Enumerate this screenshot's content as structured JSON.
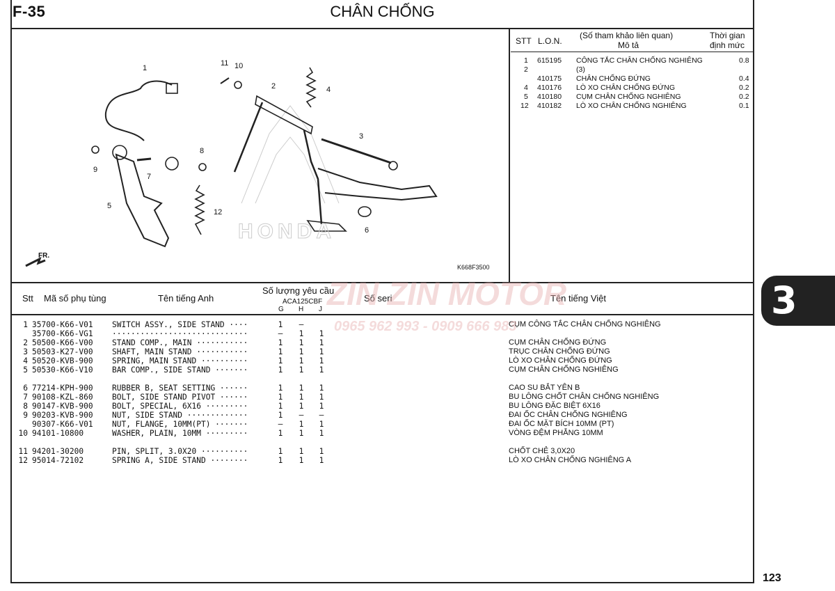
{
  "header": {
    "code": "F-35",
    "title": "CHÂN CHỐNG"
  },
  "diagram": {
    "callouts": [
      {
        "n": "1"
      },
      {
        "n": "11"
      },
      {
        "n": "10"
      },
      {
        "n": "2"
      },
      {
        "n": "4"
      },
      {
        "n": "3"
      },
      {
        "n": "8"
      },
      {
        "n": "9"
      },
      {
        "n": "7"
      },
      {
        "n": "5"
      },
      {
        "n": "12"
      },
      {
        "n": "6"
      }
    ],
    "fr_label": "FR.",
    "drawing_code": "K668F3500",
    "honda_text": "HONDA"
  },
  "reference": {
    "head_stt": "STT",
    "head_lon": "L.O.N.",
    "head_ref": "(Số tham khảo liên quan)",
    "head_desc": "Mô tả",
    "head_time1": "Thời gian",
    "head_time2": "định mức",
    "rows": [
      {
        "stt": "1",
        "lon": "615195",
        "desc": "CÔNG TẮC CHÂN CHỐNG NGHIÊNG",
        "time": "0.8"
      },
      {
        "stt": "2",
        "lon": "",
        "desc": "(3)",
        "time": ""
      },
      {
        "stt": "",
        "lon": "410175",
        "desc": "CHÂN CHỐNG ĐỨNG",
        "time": "0.4"
      },
      {
        "stt": "4",
        "lon": "410176",
        "desc": "LÒ XO CHÂN CHỐNG ĐỨNG",
        "time": "0.2"
      },
      {
        "stt": "5",
        "lon": "410180",
        "desc": "CỤM CHÂN CHỐNG NGHIÊNG",
        "time": "0.2"
      },
      {
        "stt": "12",
        "lon": "410182",
        "desc": "LÒ XO CHÂN CHỐNG NGHIÊNG",
        "time": "0.1"
      }
    ]
  },
  "parts_table": {
    "head_stt": "Stt",
    "head_part": "Mã số phụ tùng",
    "head_en": "Tên tiếng Anh",
    "head_qty": "Số lượng yêu cầu",
    "head_model": "ACA125CBF",
    "head_g": "G",
    "head_h": "H",
    "head_j": "J",
    "head_serial": "Số seri",
    "head_vi": "Tên tiếng Việt",
    "rows": [
      {
        "stt": "1",
        "part": "35700-K66-V01",
        "en": "SWITCH ASSY., SIDE STAND ····",
        "g": "1",
        "h": "–",
        "j": "",
        "vi": "CỤM CÔNG TẮC CHÂN CHỐNG NGHIÊNG"
      },
      {
        "stt": "",
        "part": "35700-K66-VG1",
        "en": "·····························",
        "g": "–",
        "h": "1",
        "j": "1",
        "vi": ""
      },
      {
        "stt": "2",
        "part": "50500-K66-V00",
        "en": "STAND COMP., MAIN ···········",
        "g": "1",
        "h": "1",
        "j": "1",
        "vi": "CỤM CHÂN CHỐNG ĐỨNG"
      },
      {
        "stt": "3",
        "part": "50503-K27-V00",
        "en": "SHAFT, MAIN STAND ···········",
        "g": "1",
        "h": "1",
        "j": "1",
        "vi": "TRỤC CHÂN CHỐNG ĐỨNG"
      },
      {
        "stt": "4",
        "part": "50520-KVB-900",
        "en": "SPRING, MAIN STAND ··········",
        "g": "1",
        "h": "1",
        "j": "1",
        "vi": "LÒ XO CHÂN CHỐNG ĐỨNG"
      },
      {
        "stt": "5",
        "part": "50530-K66-V10",
        "en": "BAR COMP., SIDE STAND ·······",
        "g": "1",
        "h": "1",
        "j": "1",
        "vi": "CỤM CHÂN CHỐNG NGHIÊNG"
      },
      {
        "stt": "6",
        "part": "77214-KPH-900",
        "en": "RUBBER B, SEAT SETTING ······",
        "g": "1",
        "h": "1",
        "j": "1",
        "vi": "CAO SU BẮT YÊN B"
      },
      {
        "stt": "7",
        "part": "90108-KZL-860",
        "en": "BOLT, SIDE STAND PIVOT ······",
        "g": "1",
        "h": "1",
        "j": "1",
        "vi": "BU LÔNG CHỐT CHÂN CHỐNG NGHIÊNG"
      },
      {
        "stt": "8",
        "part": "90147-KVB-900",
        "en": "BOLT, SPECIAL, 6X16 ·········",
        "g": "1",
        "h": "1",
        "j": "1",
        "vi": "BU LÔNG ĐẶC BIỆT 6X16"
      },
      {
        "stt": "9",
        "part": "90203-KVB-900",
        "en": "NUT, SIDE STAND ·············",
        "g": "1",
        "h": "–",
        "j": "–",
        "vi": "ĐAI ỐC CHÂN CHỐNG NGHIÊNG"
      },
      {
        "stt": "",
        "part": "90307-K66-V01",
        "en": "NUT, FLANGE, 10MM(PT) ·······",
        "g": "–",
        "h": "1",
        "j": "1",
        "vi": "ĐAI ỐC MẶT BÍCH 10MM (PT)"
      },
      {
        "stt": "10",
        "part": "94101-10800",
        "en": "WASHER, PLAIN, 10MM ·········",
        "g": "1",
        "h": "1",
        "j": "1",
        "vi": "VÒNG ĐỆM PHẲNG 10MM"
      },
      {
        "stt": "11",
        "part": "94201-30200",
        "en": "PIN, SPLIT, 3.0X20 ··········",
        "g": "1",
        "h": "1",
        "j": "1",
        "vi": "CHỐT CHẺ 3,0X20"
      },
      {
        "stt": "12",
        "part": "95014-72102",
        "en": "SPRING A, SIDE STAND ········",
        "g": "1",
        "h": "1",
        "j": "1",
        "vi": "LÒ XO CHÂN CHỐNG NGHIÊNG A"
      }
    ]
  },
  "section_tab": "3",
  "page_number": "123",
  "watermark": {
    "brand": "ZIN ZIN MOTOR",
    "phone": "0965 962 993 - 0909 666 983"
  },
  "colors": {
    "watermark": "#d88888",
    "tab": "#222222"
  }
}
